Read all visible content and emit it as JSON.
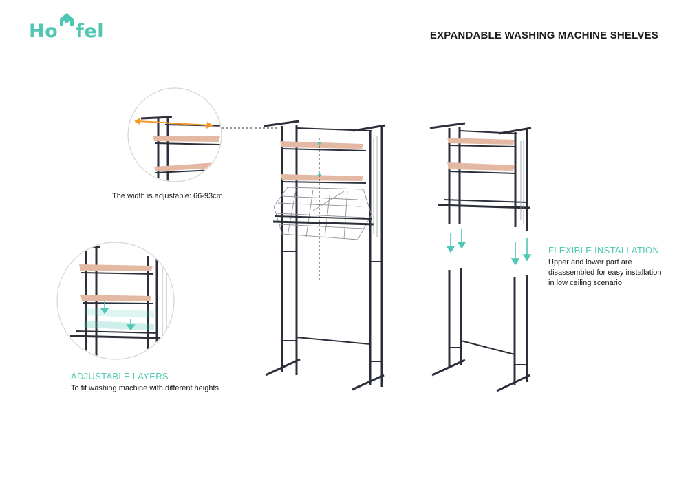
{
  "brand": {
    "name_start": "Ho",
    "name_end": "fel",
    "accent_color": "#4fc7b3",
    "icon": "house-m-logo-icon"
  },
  "page_title": "EXPANDABLE WASHING MACHINE SHELVES",
  "width_note": {
    "text": "The width is adjustable: 66-93cm"
  },
  "adjustable": {
    "heading": "ADJUSTABLE LAYERS",
    "text": "To fit washing machine with different heights"
  },
  "flexible": {
    "heading": "FLEXIBLE INSTALLATION",
    "lines": [
      "Upper and lower part are",
      "disassembled for easy installation",
      "in low ceiling scenario"
    ]
  },
  "colors": {
    "frame": "#2c2f3a",
    "shelf": "#e4b9a4",
    "arrow": "#4fc7b3",
    "width_arrow": "#f39a28",
    "circle": "#d5d5d5"
  }
}
